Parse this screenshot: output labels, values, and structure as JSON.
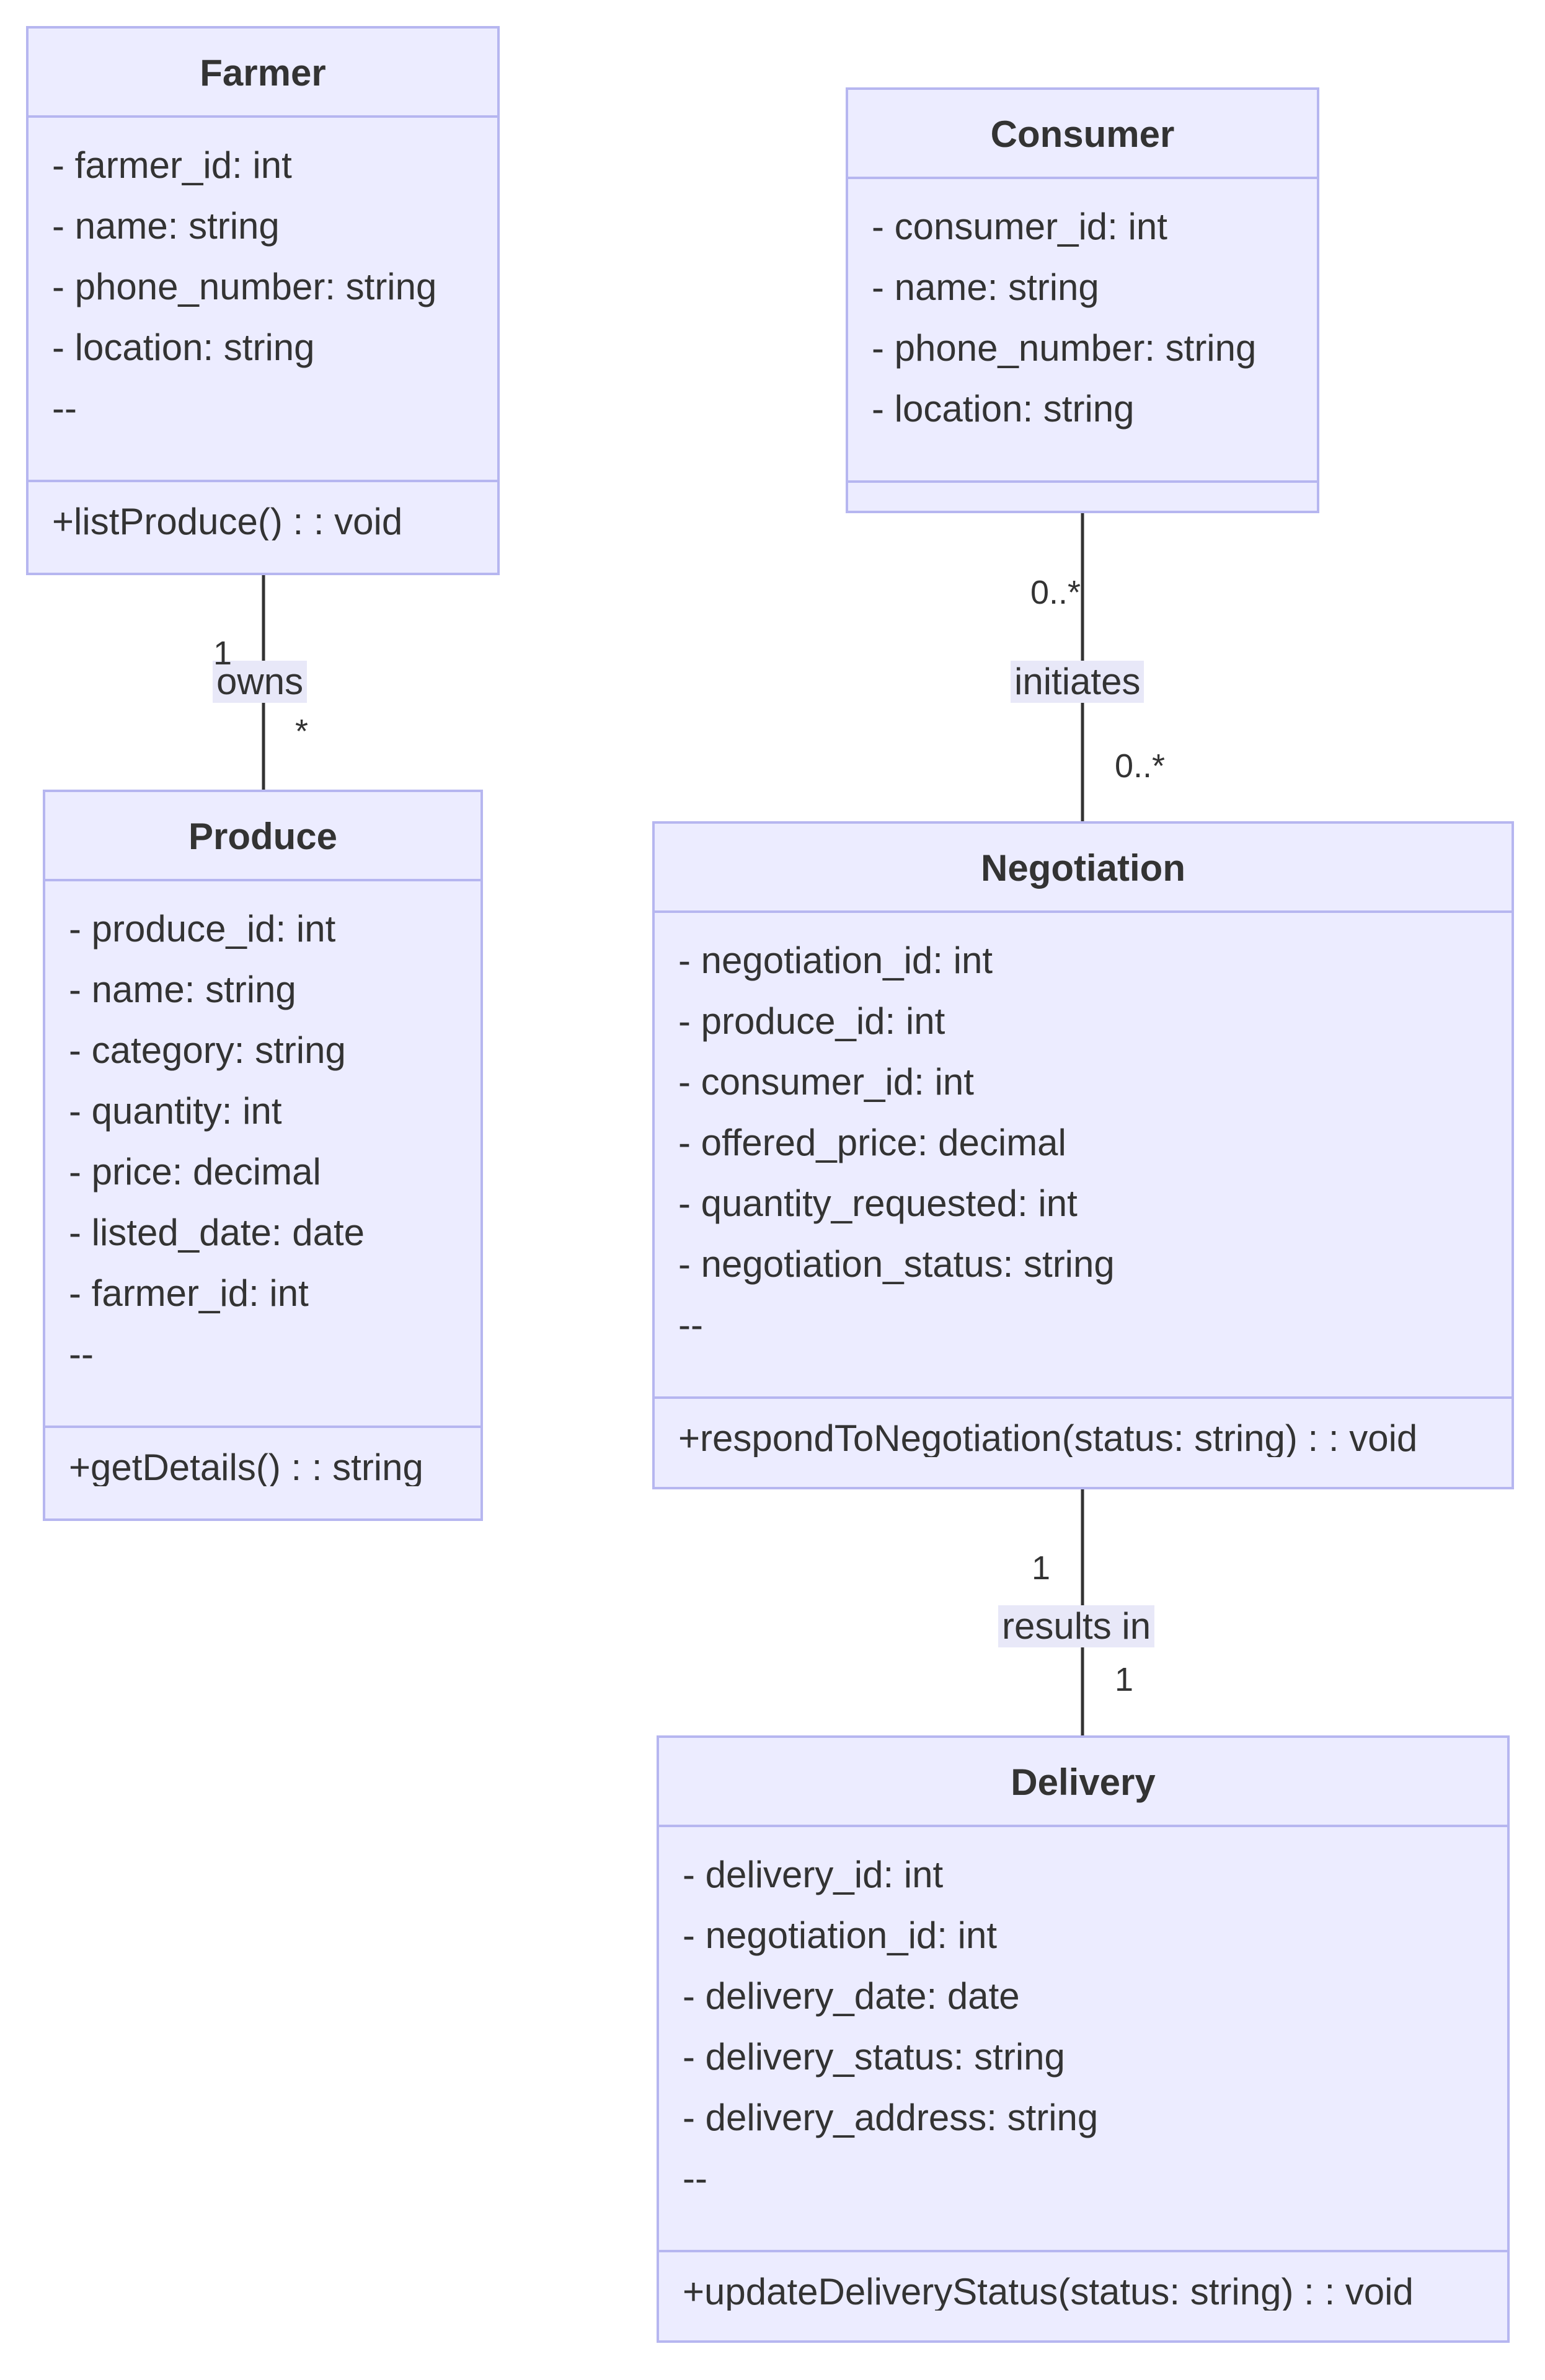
{
  "classes": {
    "farmer": {
      "name": "Farmer",
      "attributes": [
        "- farmer_id: int",
        "- name: string",
        "- phone_number: string",
        "- location: string",
        "--"
      ],
      "methods": [
        "+listProduce() : : void"
      ]
    },
    "consumer": {
      "name": "Consumer",
      "attributes": [
        "- consumer_id: int",
        "- name: string",
        "- phone_number: string",
        "- location: string"
      ],
      "methods": []
    },
    "produce": {
      "name": "Produce",
      "attributes": [
        "- produce_id: int",
        "- name: string",
        "- category: string",
        "- quantity: int",
        "- price: decimal",
        "- listed_date: date",
        "- farmer_id: int",
        "--"
      ],
      "methods": [
        "+getDetails() : : string"
      ]
    },
    "negotiation": {
      "name": "Negotiation",
      "attributes": [
        "- negotiation_id: int",
        "- produce_id: int",
        "- consumer_id: int",
        "- offered_price: decimal",
        "- quantity_requested: int",
        "- negotiation_status: string",
        "--"
      ],
      "methods": [
        "+respondToNegotiation(status: string) : : void"
      ]
    },
    "delivery": {
      "name": "Delivery",
      "attributes": [
        "- delivery_id: int",
        "- negotiation_id: int",
        "- delivery_date: date",
        "- delivery_status: string",
        "- delivery_address: string",
        "--"
      ],
      "methods": [
        "+updateDeliveryStatus(status: string) : : void"
      ]
    }
  },
  "relations": {
    "owns": {
      "label": "owns",
      "from_mult": "1",
      "to_mult": "*"
    },
    "initiates": {
      "label": "initiates",
      "from_mult": "0..*",
      "to_mult": "0..*"
    },
    "results_in": {
      "label": "results in",
      "from_mult": "1",
      "to_mult": "1"
    }
  },
  "colors": {
    "box_fill": "#ececff",
    "box_border": "#b6b6f0",
    "edge": "#333333",
    "label_bg": "#e8e8f8",
    "text": "#333333"
  }
}
